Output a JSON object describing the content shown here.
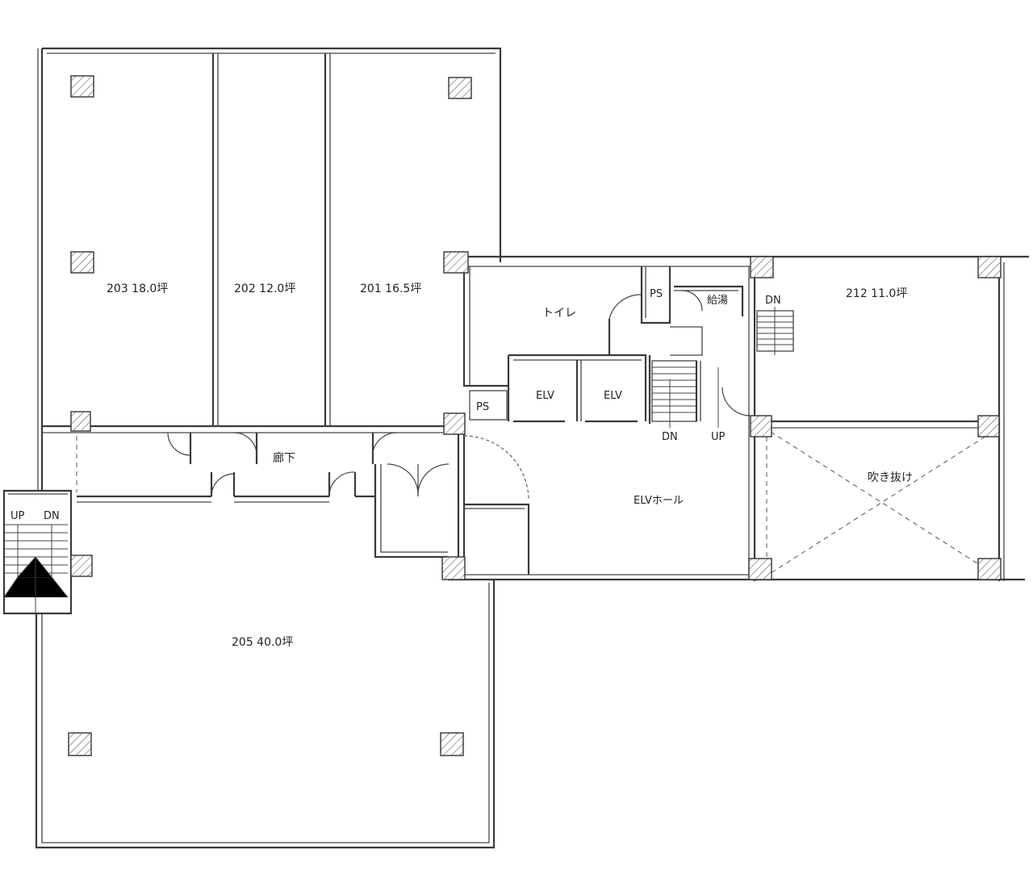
{
  "rooms": {
    "r203": "203 18.0坪",
    "r202": "202 12.0坪",
    "r201": "201 16.5坪",
    "r205": "205 40.0坪",
    "r212": "212 11.0坪",
    "toilet": "トイレ",
    "ps_top": "PS",
    "ps_left": "PS",
    "kyuto": "給湯",
    "elv1": "ELV",
    "elv2": "ELV",
    "corridor": "廊下",
    "elv_hall": "ELVホール",
    "void": "吹き抜け"
  },
  "stairs": {
    "center_dn": "DN",
    "center_up": "UP",
    "right_dn": "DN",
    "left_up": "UP",
    "left_dn": "DN"
  }
}
